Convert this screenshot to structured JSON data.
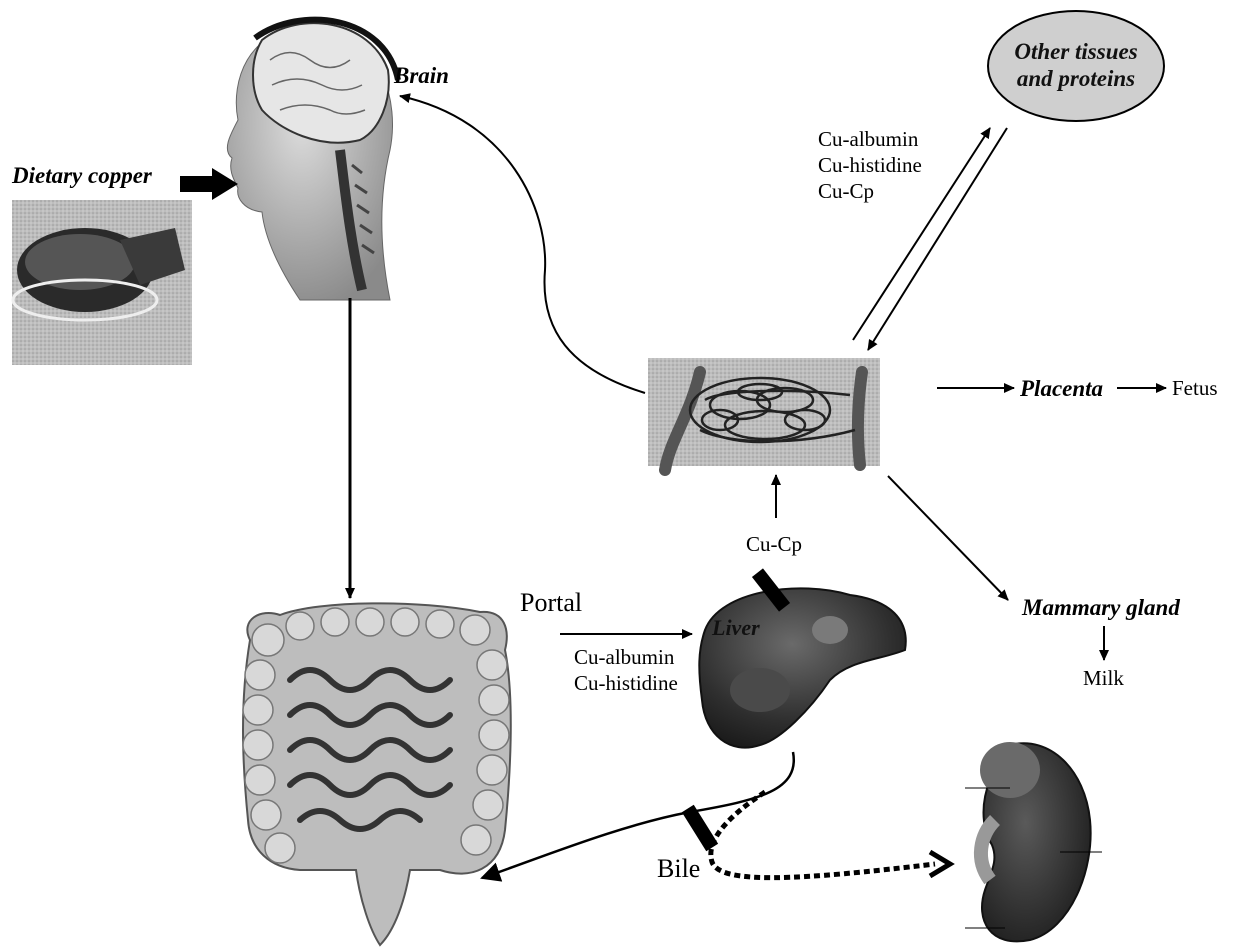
{
  "labels": {
    "brain": "Brain",
    "dietary_copper": "Dietary copper",
    "other_tissues_line1": "Other tissues",
    "other_tissues_line2": "and proteins",
    "placenta": "Placenta",
    "fetus": "Fetus",
    "mammary_gland": "Mammary gland",
    "milk": "Milk",
    "portal": "Portal",
    "liver": "Liver",
    "bile": "Bile",
    "cu_cp_liver": "Cu-Cp"
  },
  "blood_transport": [
    "Cu-albumin",
    "Cu-histidine",
    "Cu-Cp"
  ],
  "portal_transport": [
    "Cu-albumin",
    "Cu-histidine"
  ],
  "colors": {
    "ellipse_fill": "#cfcfcf",
    "organ_dark": "#3a3a3a",
    "organ_mid": "#8a8a8a",
    "organ_light": "#c8c8c8",
    "line": "#000000"
  }
}
